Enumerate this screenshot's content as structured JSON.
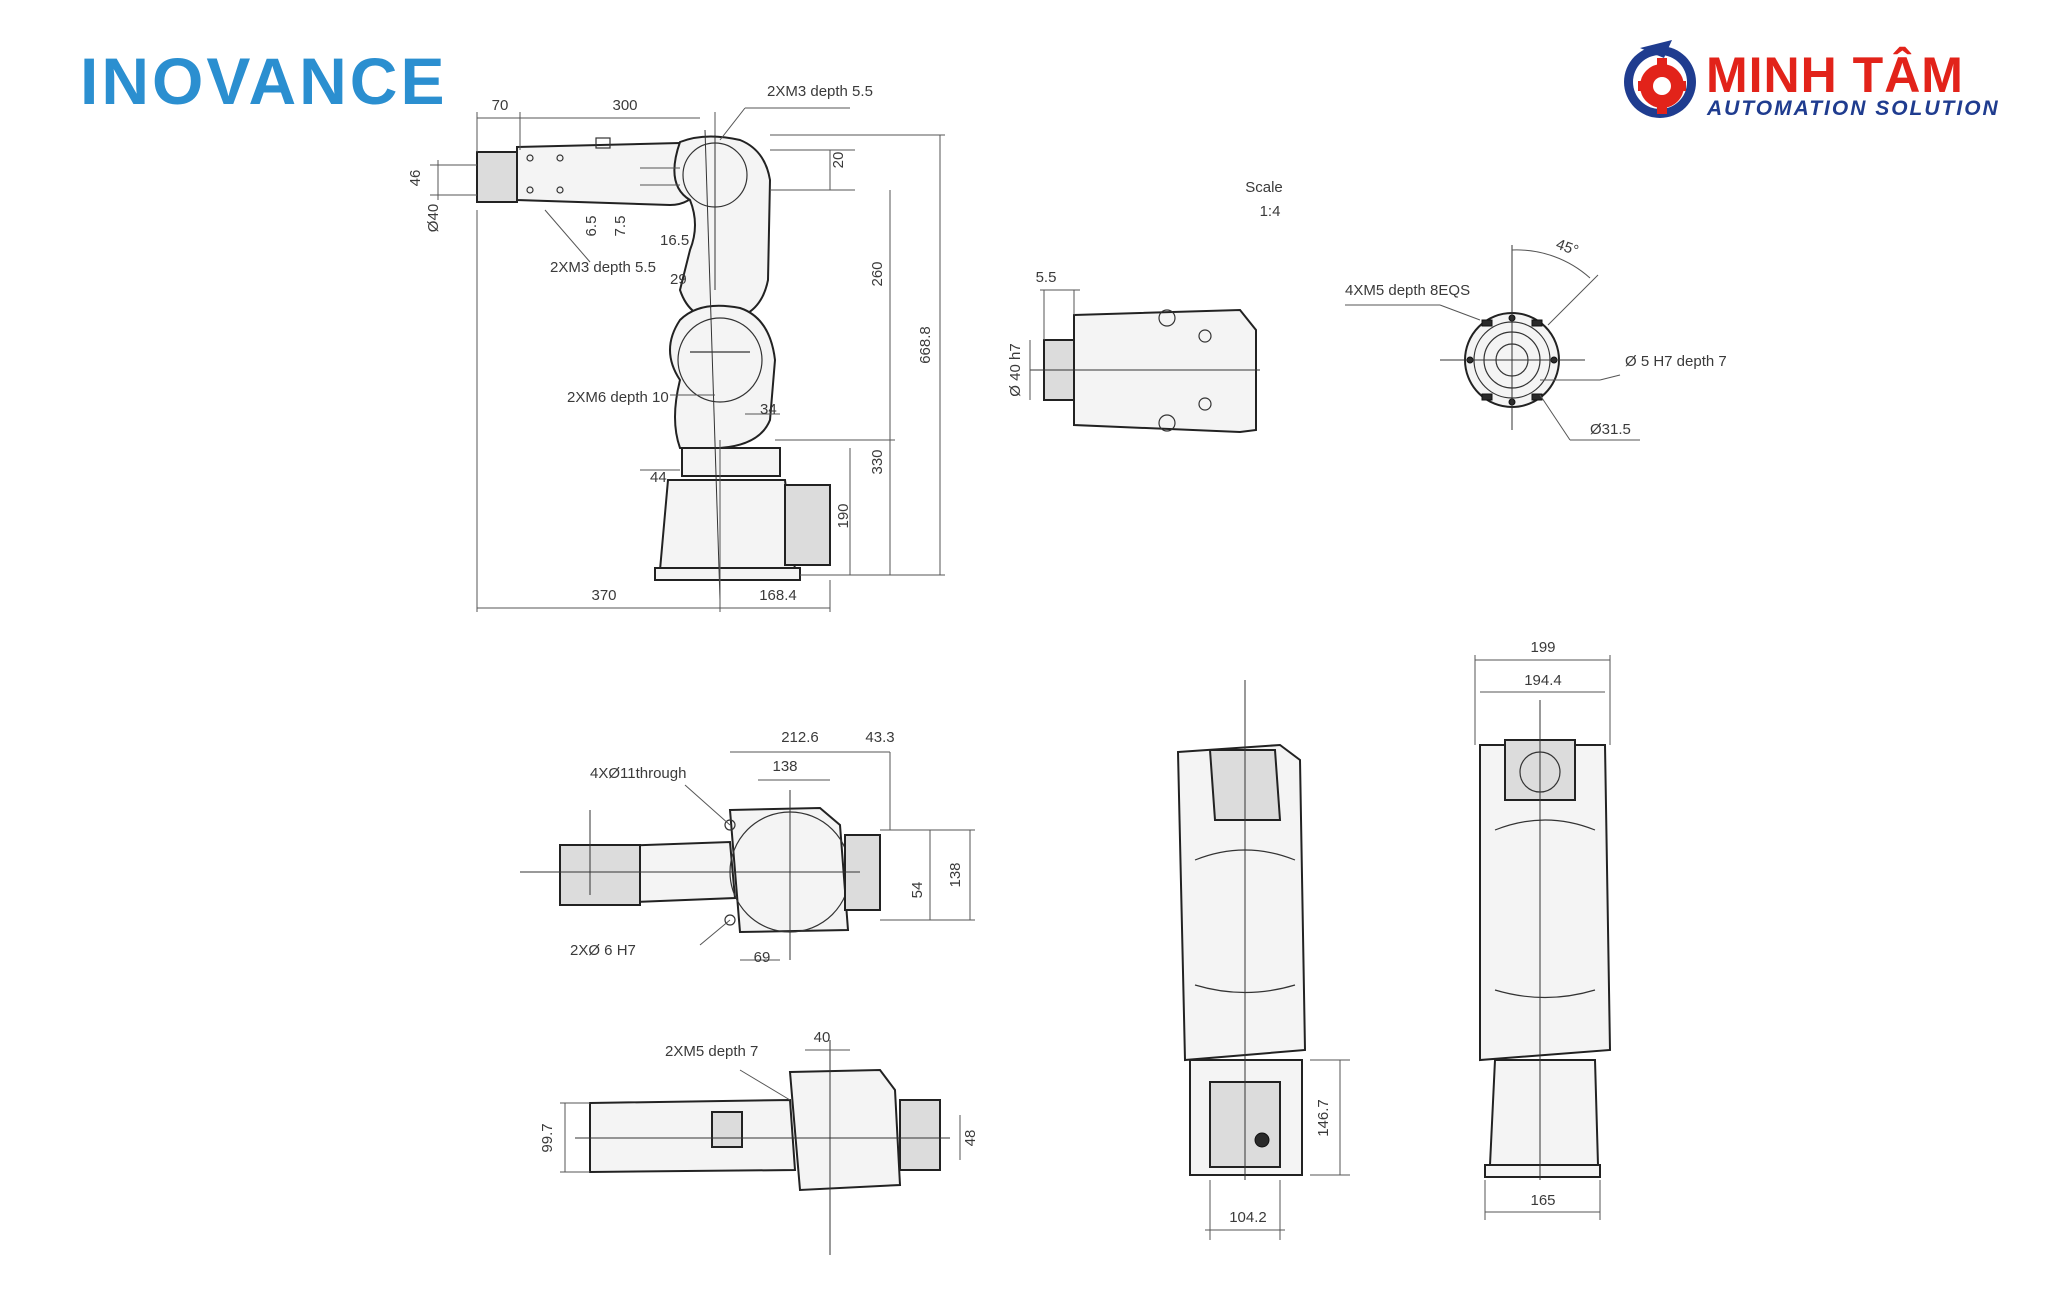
{
  "brand": {
    "left_logo": "INOVANCE",
    "right_logo_main": "MINH TÂM",
    "right_logo_sub": "AUTOMATION SOLUTION",
    "inovance_color": "#2b8fd0",
    "minhtam_red": "#e2231a",
    "minhtam_blue": "#1f3c8f"
  },
  "scale": {
    "label": "Scale",
    "value": "1:4"
  },
  "side_view": {
    "dims": [
      "70",
      "300",
      "2XM3 depth 5.5",
      "46",
      "Ø40",
      "6.5",
      "7.5",
      "2XM3 depth 5.5",
      "16.5",
      "29",
      "20",
      "260",
      "668.8",
      "2XM6 depth 10",
      "34",
      "44",
      "330",
      "190",
      "370",
      "168.4"
    ]
  },
  "flange_side": {
    "dims": [
      "5.5",
      "Ø 40 h7"
    ]
  },
  "flange_face": {
    "dims": [
      "4XM5 depth 8EQS",
      "45°",
      "Ø 5 H7 depth 7",
      "Ø31.5"
    ]
  },
  "top_view": {
    "dims": [
      "212.6",
      "43.3",
      "138",
      "4XØ11through",
      "138",
      "54",
      "2XØ 6 H7",
      "69"
    ]
  },
  "bottom_view": {
    "dims": [
      "2XM5 depth 7",
      "40",
      "99.7",
      "48"
    ]
  },
  "front_view": {
    "dims": [
      "146.7",
      "104.2"
    ]
  },
  "back_view": {
    "dims": [
      "199",
      "194.4",
      "165"
    ]
  }
}
